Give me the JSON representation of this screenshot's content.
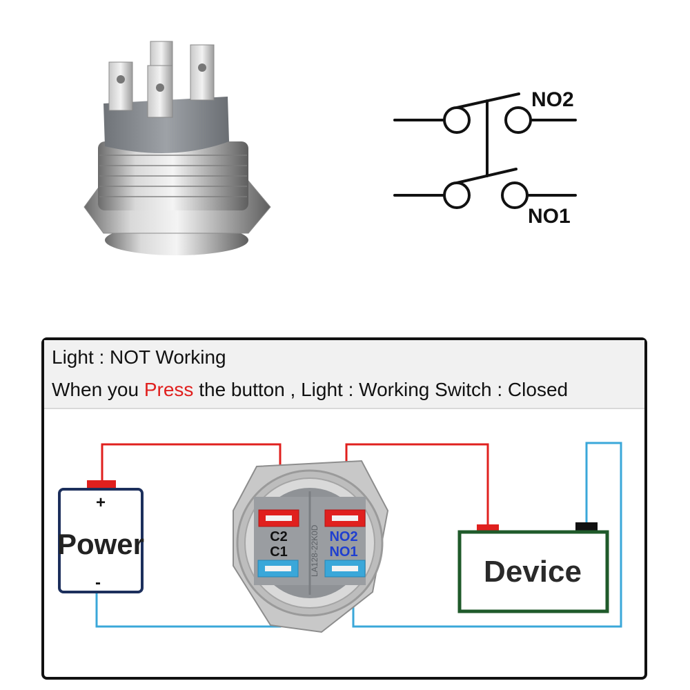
{
  "schematic": {
    "no2_label": "NO2",
    "no1_label": "NO1"
  },
  "info": {
    "line1": "Light : NOT Working",
    "line2_prefix": "When you ",
    "line2_highlight": "Press",
    "line2_suffix": " the button , Light : Working Switch : Closed"
  },
  "wiring": {
    "power_label": "Power",
    "power_plus": "+",
    "power_minus": "-",
    "device_label": "Device",
    "terminal_c2": "C2",
    "terminal_c1": "C1",
    "terminal_no2": "NO2",
    "terminal_no1": "NO1",
    "switch_marking": "LA128-22K0D"
  },
  "colors": {
    "red_wire": "#e0201e",
    "blue_wire": "#3aa7d9",
    "device_border": "#1f5a2a",
    "power_border": "#1c2f5c",
    "no_label": "#1f3fd0"
  }
}
